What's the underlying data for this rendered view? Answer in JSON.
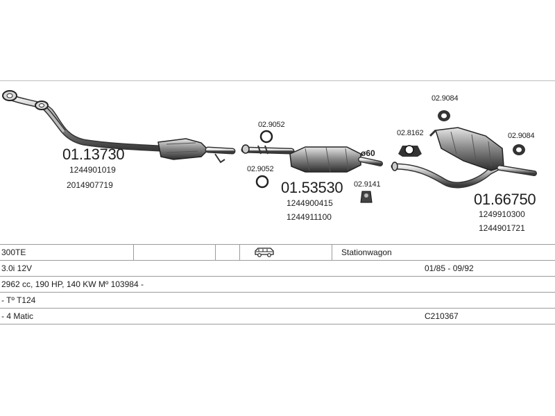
{
  "parts": {
    "front_pipe": {
      "number": "01.13730",
      "oem": [
        "1244901019",
        "2014907719"
      ]
    },
    "middle_muffler": {
      "number": "01.53530",
      "oem": [
        "1244900415",
        "1244911100"
      ],
      "diameter": "ø60"
    },
    "rear_muffler": {
      "number": "01.66750",
      "oem": [
        "1249910300",
        "1244901721"
      ]
    },
    "clamps": {
      "c1": "02.9052",
      "c2": "02.9052",
      "c3": "02.9141",
      "c4": "02.8162",
      "c5": "02.9084",
      "c6": "02.9084"
    }
  },
  "vehicle_table": {
    "rows": [
      {
        "left": "300TE",
        "icon": "station-wagon-icon",
        "middle": "Stationwagon",
        "right": ""
      },
      {
        "left": "3.0i 12V",
        "middle": "",
        "right": "01/85 - 09/92"
      },
      {
        "left": "2962 cc, 190 HP, 140 KW Mº 103984 -",
        "middle": "",
        "right": ""
      },
      {
        "left": "- Tº T124",
        "middle": "",
        "right": ""
      },
      {
        "left": "- 4 Matic",
        "middle": "",
        "right": "C210367"
      }
    ]
  }
}
